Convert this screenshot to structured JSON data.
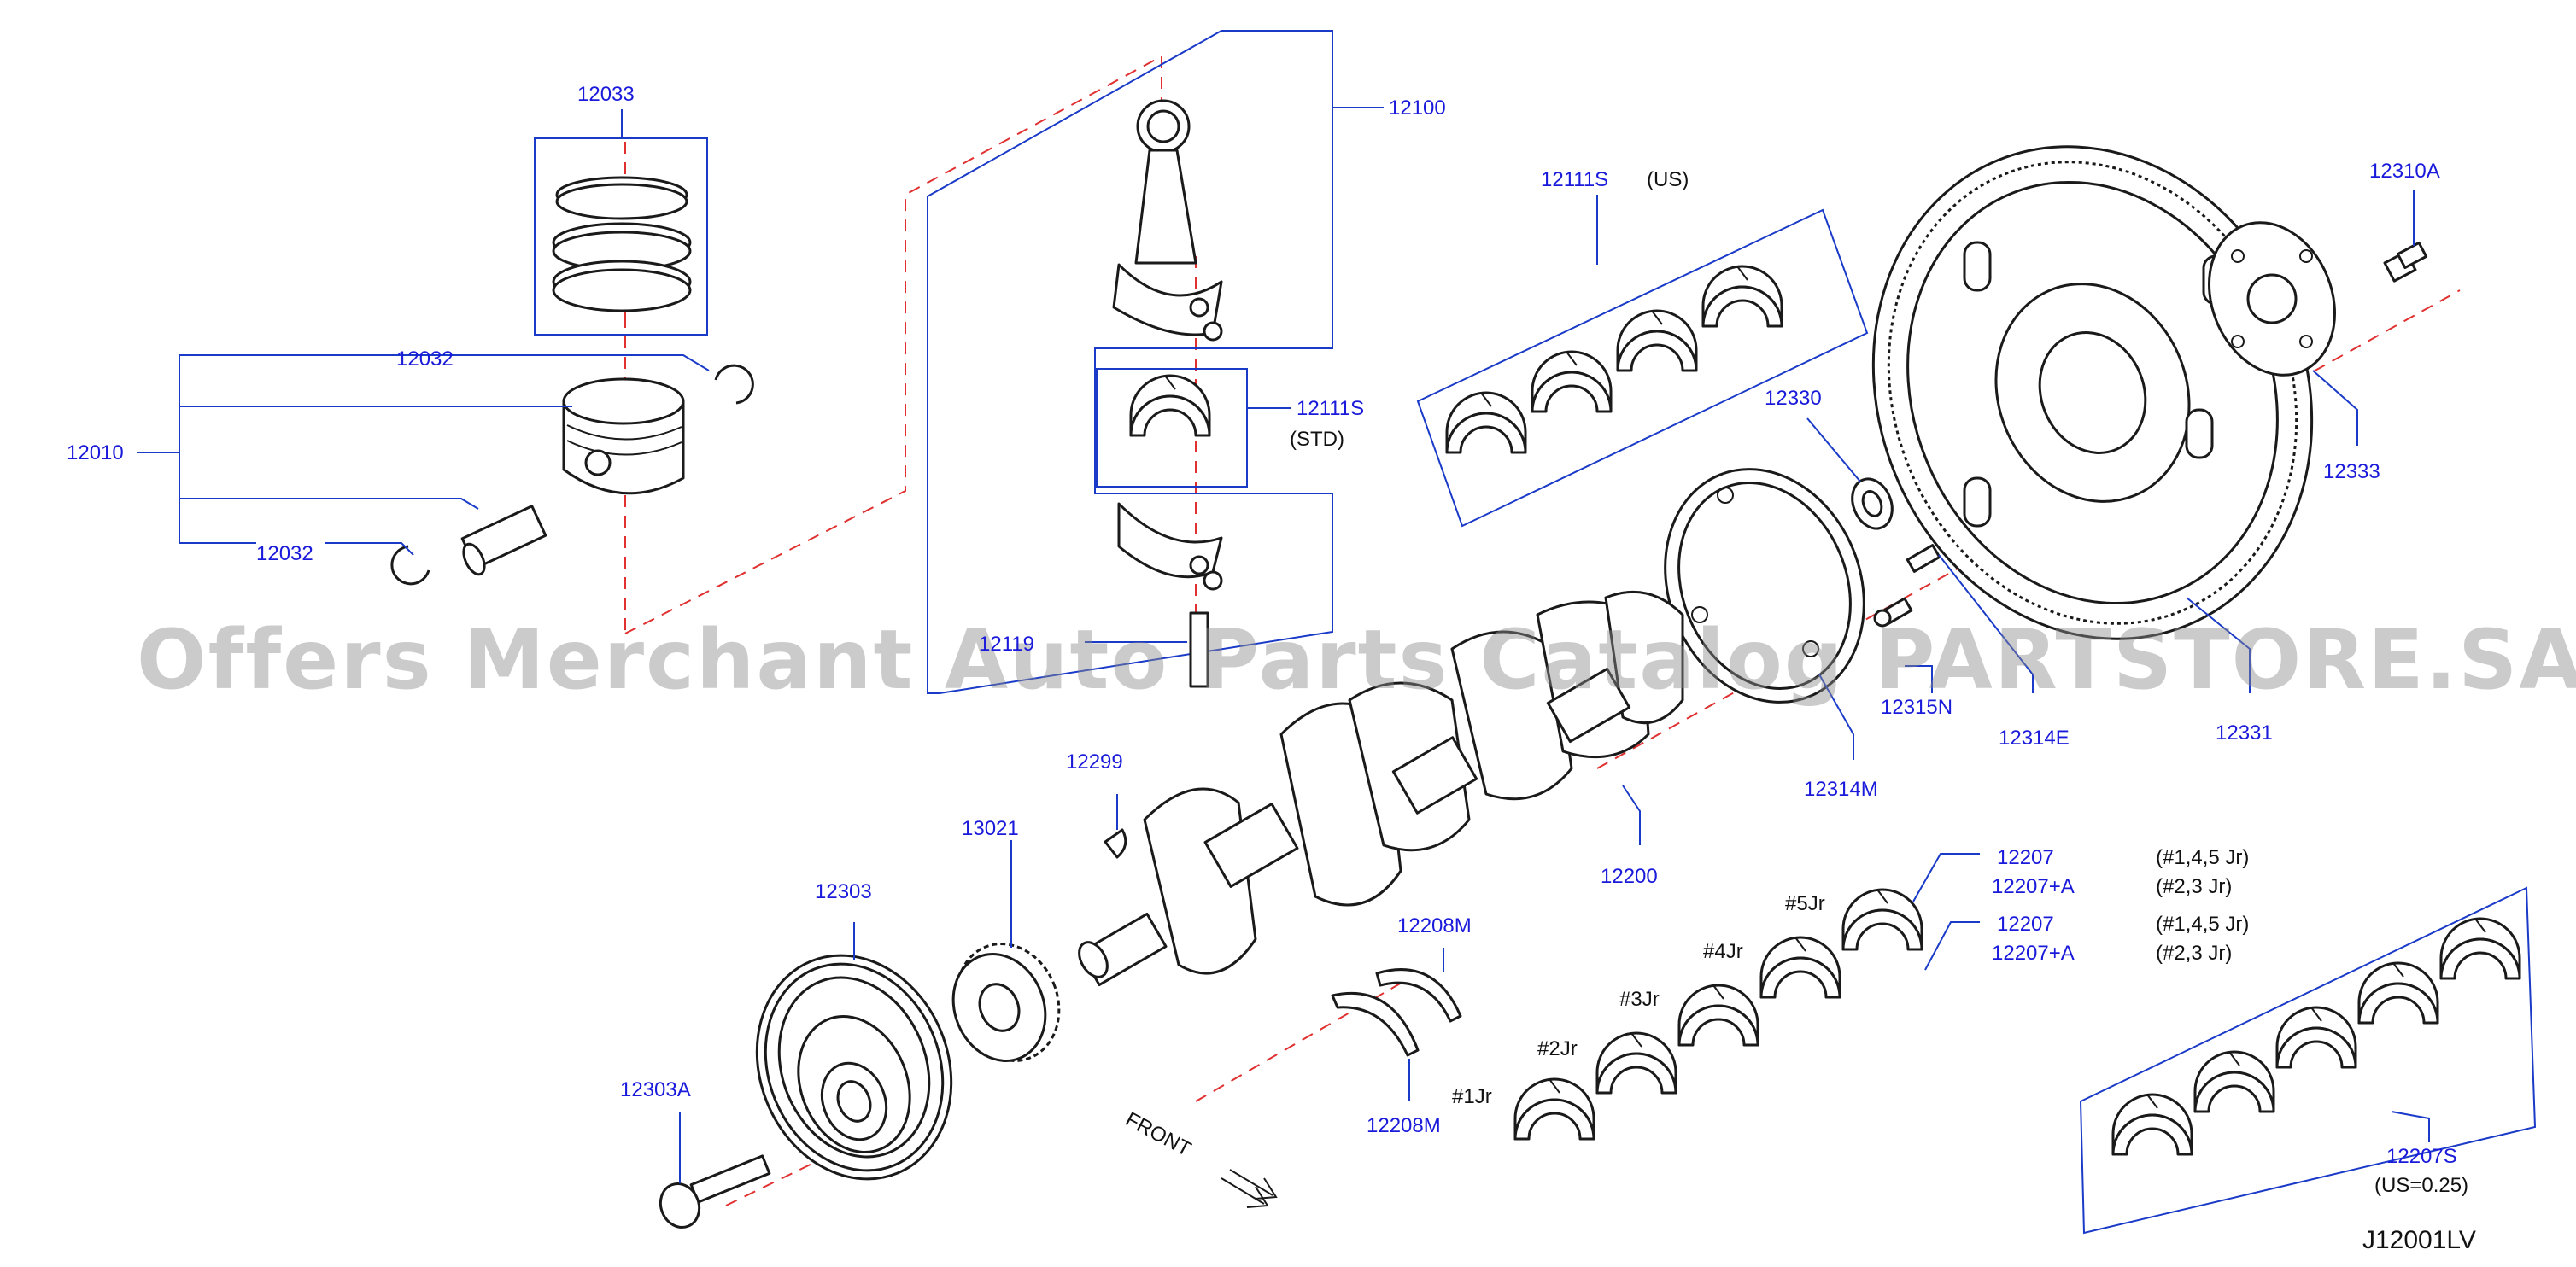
{
  "labels": {
    "l12033": "12033",
    "l12032a": "12032",
    "l12010": "12010",
    "l12032b": "12032",
    "l12100": "12100",
    "l12111s_std": "12111S",
    "std": "(STD)",
    "l12119": "12119",
    "l12111s_us": "12111S",
    "us": "(US)",
    "l12310a": "12310A",
    "l12333": "12333",
    "l12330": "12330",
    "l12315n": "12315N",
    "l12314e": "12314E",
    "l12331": "12331",
    "l12314m": "12314M",
    "l12299": "12299",
    "l13021": "13021",
    "l12303": "12303",
    "l12303a": "12303A",
    "l12200": "12200",
    "l12208m_top": "12208M",
    "l12208m_bot": "12208M",
    "l12207_1": "12207",
    "l12207a_1": "12207+A",
    "l12207_2": "12207",
    "l12207a_2": "12207+A",
    "l12207s": "12207S"
  },
  "notes": {
    "jr145_a": "(#1,4,5   Jr)",
    "jr23_a": "(#2,3   Jr)",
    "jr145_b": "(#1,4,5   Jr)",
    "jr23_b": "(#2,3   Jr)",
    "us025": "(US=0.25)",
    "jr1": "#1Jr",
    "jr2": "#2Jr",
    "jr3": "#3Jr",
    "jr4": "#4Jr",
    "jr5": "#5Jr",
    "front": "FRONT"
  },
  "diagram_code": "J12001LV",
  "watermark": "Offers Merchant Auto Parts Catalog PARTSTORE.SA",
  "colors": {
    "label": "#1a1adb",
    "leader": "#1a3ac8",
    "axis": "#e03030",
    "ink": "#1a1a1a",
    "watermark": "#8c8c8c"
  }
}
